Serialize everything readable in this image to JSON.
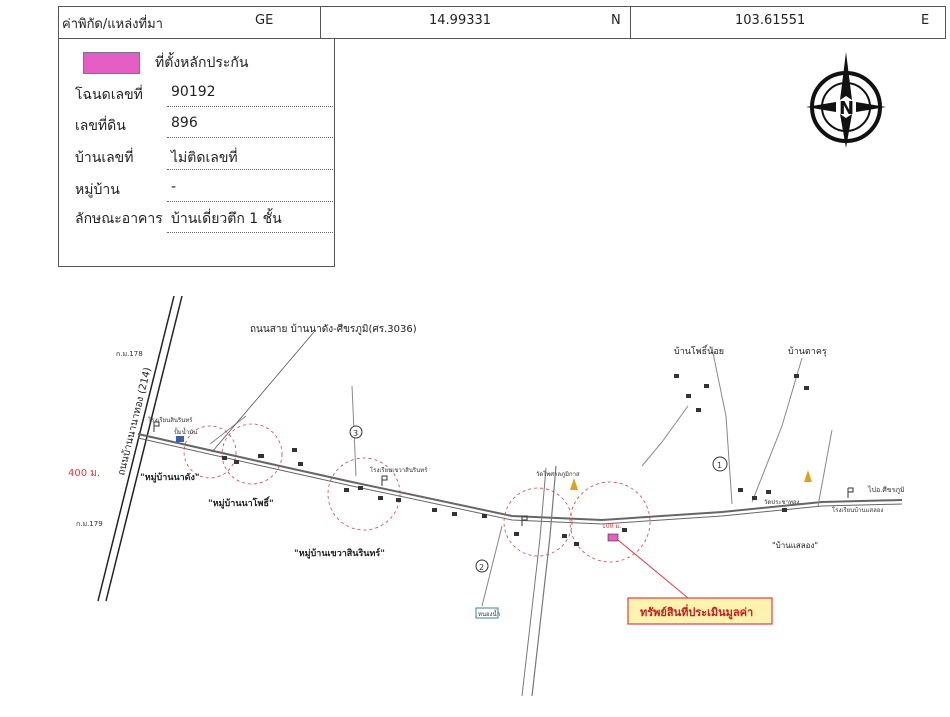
{
  "coords": {
    "label": "ค่าพิกัด/แหล่งที่มา",
    "source": "GE",
    "lat": "14.99331",
    "lat_dir": "N",
    "lon": "103.61551",
    "lon_dir": "E"
  },
  "legend": {
    "marker_label": "ที่ตั้งหลักประกัน",
    "rows": [
      {
        "label": "โฉนดเลขที่",
        "value": "90192"
      },
      {
        "label": "เลขที่ดิน",
        "value": "896"
      },
      {
        "label": "บ้านเลขที่",
        "value": "ไม่ติดเลขที่"
      },
      {
        "label": "หมู่บ้าน",
        "value": "-"
      },
      {
        "label": "ลักษณะอาคาร",
        "value": "บ้านเดี่ยวตึก 1 ชั้น"
      }
    ],
    "marker_color": "#e55ec4"
  },
  "compass": {
    "north_letter": "N"
  },
  "map": {
    "road_main_label": "ถนนบ้านนานาทอง (214)",
    "road_secondary_label": "ถนนสาย บ้านนาดัง-ศีขรภูมิ(ศร.3036)",
    "km_top": "ก.ม.178",
    "km_bottom": "ก.ม.179",
    "distance_label": "400 ม.",
    "village_1": "\"หมู่บ้านนาดัง\"",
    "village_2": "\"หมู่บ้านนาโพธิ์\"",
    "village_3": "\"หมู่บ้านเขวาสินรินทร์\"",
    "village_4": "บ้านโพธิ์น้อย",
    "village_5": "บ้านตาครุ",
    "village_6": "\"บ้านแสลอง\"",
    "to_sikhoraphum": "ไปอ.ศีขรภูมิ",
    "asset_label": "ทรัพย์สินที่ประเมินมูลค่า",
    "school_1": "โรงเรียนสินรินทร์",
    "school_2": "โรงเรียนเขวาสินรินทร์",
    "school_3": "โรงเรียนบ้านแสลอง",
    "gas_station": "ปั้มน้ำมัน",
    "temple_1": "วัดไพศาลภูมิกาส",
    "temple_2": "วัดประชาทอง",
    "pond": "หนองน้ำ",
    "marker_1": "1",
    "marker_2": "2",
    "marker_3": "3",
    "dist_small": "100 ม."
  }
}
